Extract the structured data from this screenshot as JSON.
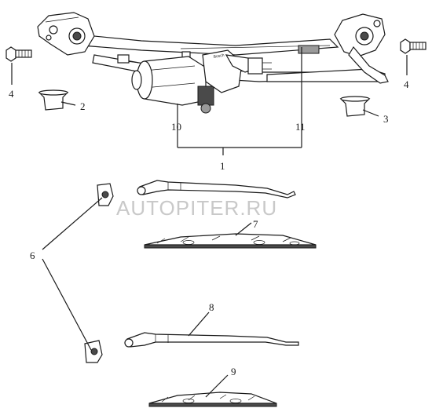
{
  "watermark": "AUTOPITER.RU",
  "callouts": {
    "c1": "1",
    "c2": "2",
    "c3": "3",
    "c4_left": "4",
    "c4_right": "4",
    "c6": "6",
    "c7": "7",
    "c8": "8",
    "c9": "9",
    "c10": "10",
    "c11": "11"
  },
  "motor_label": "Bosch"
}
